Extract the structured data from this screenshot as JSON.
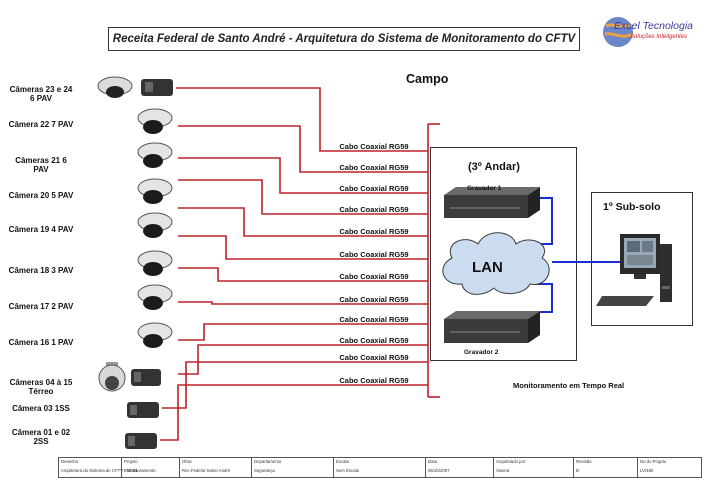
{
  "header": {
    "title": "Receita Federal de Santo André - Arquitetura do Sistema de Monitoramento do CFTV",
    "logo_text": "Excel Tecnologia",
    "logo_tagline": "Soluções Inteligentes"
  },
  "campo_label": "Campo",
  "cameras": [
    {
      "label": "Câmeras 23 e 24 6 PAV"
    },
    {
      "label": "Câmera 22 7 PAV"
    },
    {
      "label": "Câmeras 21 6 PAV"
    },
    {
      "label": "Câmera 20 5 PAV"
    },
    {
      "label": "Câmera 19 4 PAV"
    },
    {
      "label": "Câmera 18 3 PAV"
    },
    {
      "label": "Câmera 17 2 PAV"
    },
    {
      "label": "Câmera 16 1 PAV"
    },
    {
      "label": "Câmeras 04 à 15 Térreo"
    },
    {
      "label": "Câmera 03 1SS"
    },
    {
      "label": "Câmera 01 e 02 2SS"
    }
  ],
  "cable_label": "Cabo Coaxial RG59",
  "floor3": {
    "title": "(3º Andar)",
    "recorder1": "Gravador 1",
    "recorder2": "Gravador 2",
    "lan": "LAN"
  },
  "subsolo": {
    "title": "1º Sub-solo"
  },
  "monitoring_label": "Monitoramento em Tempo Real",
  "titleblock": {
    "cells": [
      {
        "h": "Desenho",
        "v": "Arquitetura do Sistema de CFTV - Monitoramento"
      },
      {
        "h": "Projeto",
        "v": "EXCEL"
      },
      {
        "h": "Obra",
        "v": "Rec.Federal Santo André"
      },
      {
        "h": "Departamento",
        "v": "Segurança"
      },
      {
        "h": "Escala",
        "v": "Sem Escala"
      },
      {
        "h": "Data",
        "v": "05/10/2007"
      },
      {
        "h": "Arquitetado por",
        "v": "Vasera"
      },
      {
        "h": "Revisão",
        "v": "B"
      },
      {
        "h": "No do Projeto",
        "v": "LV/480"
      }
    ]
  },
  "colors": {
    "cable": "#c0202a",
    "network": "#1a2fd0",
    "cloud_fill": "#ccdcf0"
  }
}
